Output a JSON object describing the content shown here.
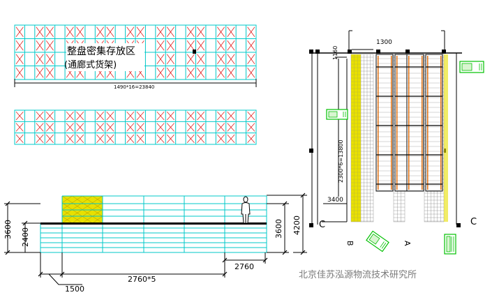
{
  "top_plan": {
    "title_line1": "整盘密集存放区",
    "title_line2": "(通廊式货架)",
    "dimension": "1490*16=23840"
  },
  "right_plan": {
    "dim_top": "1300",
    "dim_1160": "1160",
    "dim_vertical": "2300*6=13800",
    "dim_3400": "3400",
    "section_c_left": "C",
    "section_c_right": "C",
    "section_b": "B",
    "section_a": "A"
  },
  "elevation": {
    "dim_3600_left": "3600",
    "dim_2400": "2400",
    "dim_3600_right": "3600",
    "dim_4200": "4200",
    "dim_2760": "2760",
    "dim_2760x5": "2760*5",
    "dim_1500": "1500"
  },
  "footer": {
    "credit": "北京佳苏泓源物流技术研究所"
  },
  "colors": {
    "rack": "#00c8c8",
    "cross": "#e02020",
    "pallet": "#e8e000",
    "line": "#000000",
    "vehicle": "#00c000"
  }
}
